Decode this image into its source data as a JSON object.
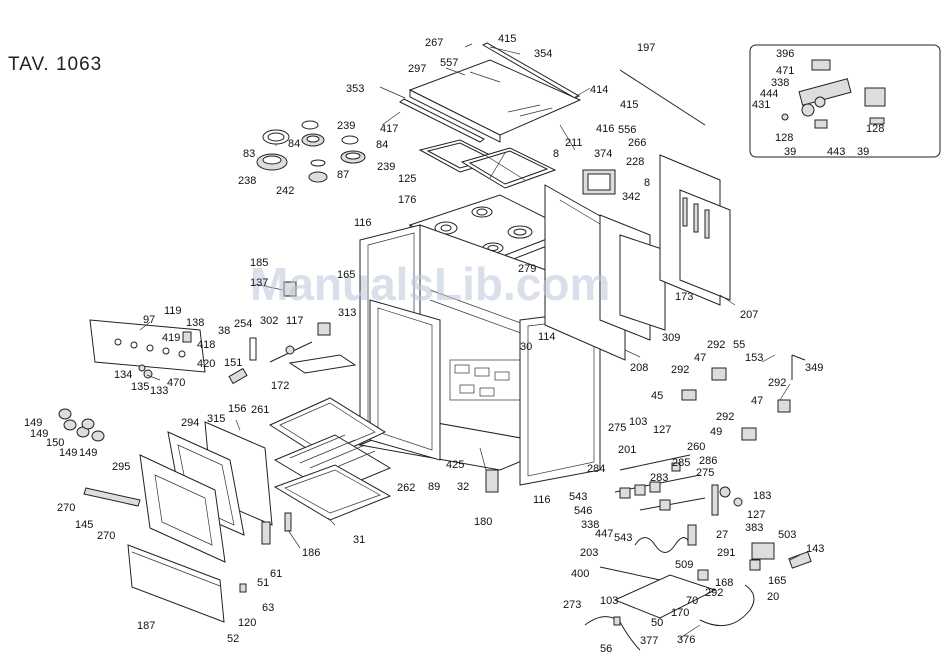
{
  "title": "TAV. 1063",
  "watermark": "ManualsLib.com",
  "callouts": [
    {
      "id": "c-267",
      "text": "267"
    },
    {
      "id": "c-415a",
      "text": "415"
    },
    {
      "id": "c-557",
      "text": "557"
    },
    {
      "id": "c-297",
      "text": "297"
    },
    {
      "id": "c-354",
      "text": "354"
    },
    {
      "id": "c-197",
      "text": "197"
    },
    {
      "id": "c-353",
      "text": "353"
    },
    {
      "id": "c-414",
      "text": "414"
    },
    {
      "id": "c-415b",
      "text": "415"
    },
    {
      "id": "c-417",
      "text": "417"
    },
    {
      "id": "c-416",
      "text": "416"
    },
    {
      "id": "c-556",
      "text": "556"
    },
    {
      "id": "c-211",
      "text": "211"
    },
    {
      "id": "c-266",
      "text": "266"
    },
    {
      "id": "c-83",
      "text": "83"
    },
    {
      "id": "c-84a",
      "text": "84"
    },
    {
      "id": "c-239a",
      "text": "239"
    },
    {
      "id": "c-84b",
      "text": "84"
    },
    {
      "id": "c-238",
      "text": "238"
    },
    {
      "id": "c-242",
      "text": "242"
    },
    {
      "id": "c-87",
      "text": "87"
    },
    {
      "id": "c-239b",
      "text": "239"
    },
    {
      "id": "c-125",
      "text": "125"
    },
    {
      "id": "c-8a",
      "text": "8"
    },
    {
      "id": "c-374",
      "text": "374"
    },
    {
      "id": "c-228",
      "text": "228"
    },
    {
      "id": "c-8b",
      "text": "8"
    },
    {
      "id": "c-342",
      "text": "342"
    },
    {
      "id": "c-176",
      "text": "176"
    },
    {
      "id": "c-116a",
      "text": "116"
    },
    {
      "id": "c-185",
      "text": "185"
    },
    {
      "id": "c-137",
      "text": "137"
    },
    {
      "id": "c-165",
      "text": "165"
    },
    {
      "id": "c-279",
      "text": "279"
    },
    {
      "id": "c-173",
      "text": "173"
    },
    {
      "id": "c-207",
      "text": "207"
    },
    {
      "id": "c-309",
      "text": "309"
    },
    {
      "id": "c-97",
      "text": "97"
    },
    {
      "id": "c-119",
      "text": "119"
    },
    {
      "id": "c-138",
      "text": "138"
    },
    {
      "id": "c-38",
      "text": "38"
    },
    {
      "id": "c-254",
      "text": "254"
    },
    {
      "id": "c-302",
      "text": "302"
    },
    {
      "id": "c-117",
      "text": "117"
    },
    {
      "id": "c-313",
      "text": "313"
    },
    {
      "id": "c-114",
      "text": "114"
    },
    {
      "id": "c-419",
      "text": "419"
    },
    {
      "id": "c-418",
      "text": "418"
    },
    {
      "id": "c-420",
      "text": "420"
    },
    {
      "id": "c-30",
      "text": "30"
    },
    {
      "id": "c-208",
      "text": "208"
    },
    {
      "id": "c-151",
      "text": "151"
    },
    {
      "id": "c-134",
      "text": "134"
    },
    {
      "id": "c-470",
      "text": "470"
    },
    {
      "id": "c-135",
      "text": "135"
    },
    {
      "id": "c-133",
      "text": "133"
    },
    {
      "id": "c-172",
      "text": "172"
    },
    {
      "id": "c-156",
      "text": "156"
    },
    {
      "id": "c-315",
      "text": "315"
    },
    {
      "id": "c-261",
      "text": "261"
    },
    {
      "id": "c-294",
      "text": "294"
    },
    {
      "id": "c-149a",
      "text": "149"
    },
    {
      "id": "c-149b",
      "text": "149"
    },
    {
      "id": "c-150",
      "text": "150"
    },
    {
      "id": "c-149c",
      "text": "149"
    },
    {
      "id": "c-149d",
      "text": "149"
    },
    {
      "id": "c-295",
      "text": "295"
    },
    {
      "id": "c-270a",
      "text": "270"
    },
    {
      "id": "c-145",
      "text": "145"
    },
    {
      "id": "c-270b",
      "text": "270"
    },
    {
      "id": "c-262",
      "text": "262"
    },
    {
      "id": "c-425",
      "text": "425"
    },
    {
      "id": "c-32",
      "text": "32"
    },
    {
      "id": "c-89",
      "text": "89"
    },
    {
      "id": "c-116b",
      "text": "116"
    },
    {
      "id": "c-180",
      "text": "180"
    },
    {
      "id": "c-31",
      "text": "31"
    },
    {
      "id": "c-186",
      "text": "186"
    },
    {
      "id": "c-61",
      "text": "61"
    },
    {
      "id": "c-51",
      "text": "51"
    },
    {
      "id": "c-63",
      "text": "63"
    },
    {
      "id": "c-187",
      "text": "187"
    },
    {
      "id": "c-120",
      "text": "120"
    },
    {
      "id": "c-52",
      "text": "52"
    },
    {
      "id": "c-292a",
      "text": "292"
    },
    {
      "id": "c-55",
      "text": "55"
    },
    {
      "id": "c-47a",
      "text": "47"
    },
    {
      "id": "c-153",
      "text": "153"
    },
    {
      "id": "c-292b",
      "text": "292"
    },
    {
      "id": "c-45",
      "text": "45"
    },
    {
      "id": "c-349",
      "text": "349"
    },
    {
      "id": "c-292c",
      "text": "292"
    },
    {
      "id": "c-47b",
      "text": "47"
    },
    {
      "id": "c-292d",
      "text": "292"
    },
    {
      "id": "c-49",
      "text": "49"
    },
    {
      "id": "c-275a",
      "text": "275"
    },
    {
      "id": "c-103a",
      "text": "103"
    },
    {
      "id": "c-127a",
      "text": "127"
    },
    {
      "id": "c-201",
      "text": "201"
    },
    {
      "id": "c-260",
      "text": "260"
    },
    {
      "id": "c-284",
      "text": "284"
    },
    {
      "id": "c-286",
      "text": "286"
    },
    {
      "id": "c-285",
      "text": "285"
    },
    {
      "id": "c-275b",
      "text": "275"
    },
    {
      "id": "c-283",
      "text": "283"
    },
    {
      "id": "c-543a",
      "text": "543"
    },
    {
      "id": "c-546",
      "text": "546"
    },
    {
      "id": "c-338a",
      "text": "338"
    },
    {
      "id": "c-447",
      "text": "447"
    },
    {
      "id": "c-543b",
      "text": "543"
    },
    {
      "id": "c-183",
      "text": "183"
    },
    {
      "id": "c-127b",
      "text": "127"
    },
    {
      "id": "c-27",
      "text": "27"
    },
    {
      "id": "c-383",
      "text": "383"
    },
    {
      "id": "c-503",
      "text": "503"
    },
    {
      "id": "c-143",
      "text": "143"
    },
    {
      "id": "c-203",
      "text": "203"
    },
    {
      "id": "c-291",
      "text": "291"
    },
    {
      "id": "c-509",
      "text": "509"
    },
    {
      "id": "c-400",
      "text": "400"
    },
    {
      "id": "c-168",
      "text": "168"
    },
    {
      "id": "c-165b",
      "text": "165"
    },
    {
      "id": "c-292e",
      "text": "292"
    },
    {
      "id": "c-20",
      "text": "20"
    },
    {
      "id": "c-273",
      "text": "273"
    },
    {
      "id": "c-103b",
      "text": "103"
    },
    {
      "id": "c-70",
      "text": "70"
    },
    {
      "id": "c-170",
      "text": "170"
    },
    {
      "id": "c-50",
      "text": "50"
    },
    {
      "id": "c-377",
      "text": "377"
    },
    {
      "id": "c-56",
      "text": "56"
    },
    {
      "id": "c-376",
      "text": "376"
    },
    {
      "id": "c-396",
      "text": "396"
    },
    {
      "id": "c-471",
      "text": "471"
    },
    {
      "id": "c-338b",
      "text": "338"
    },
    {
      "id": "c-444",
      "text": "444"
    },
    {
      "id": "c-431",
      "text": "431"
    },
    {
      "id": "c-128a",
      "text": "128"
    },
    {
      "id": "c-128b",
      "text": "128"
    },
    {
      "id": "c-39a",
      "text": "39"
    },
    {
      "id": "c-443",
      "text": "443"
    },
    {
      "id": "c-39b",
      "text": "39"
    }
  ]
}
